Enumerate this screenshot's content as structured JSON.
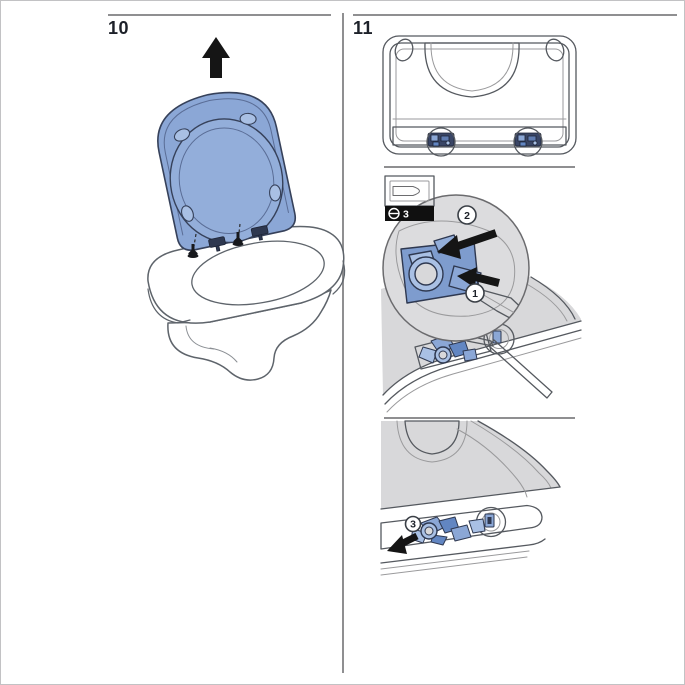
{
  "page": {
    "bg": "#ffffff",
    "border_color": "#c2c2c4"
  },
  "palette": {
    "seat_blue": "#8ba7d6",
    "seat_blue_light": "#a9c0e4",
    "seat_blue_dark": "#6286c2",
    "navy_outline": "#2e3850",
    "gray_fill": "#d8d8da",
    "gray_line": "#6b6b6e",
    "rule_gray": "#8f8f91",
    "ink": "#1d2129",
    "arrow_black": "#151515"
  },
  "steps": [
    {
      "number": "10"
    },
    {
      "number": "11",
      "tool": {
        "icon": "flat-screwdriver-icon",
        "drive": "slotted",
        "size": "3"
      },
      "callouts": [
        "1",
        "2",
        "3"
      ]
    }
  ]
}
